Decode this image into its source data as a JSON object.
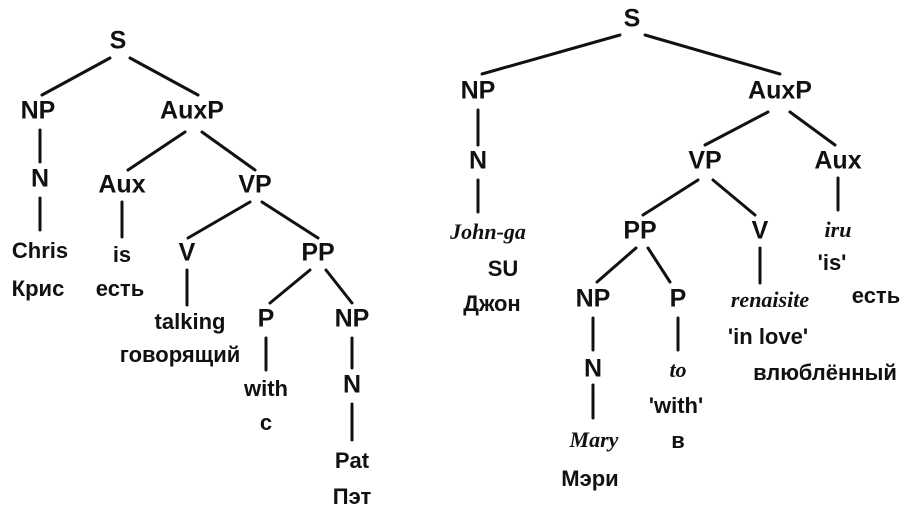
{
  "left_tree": {
    "S": "S",
    "NP": "NP",
    "AuxP": "AuxP",
    "N": "N",
    "Aux": "Aux",
    "VP": "VP",
    "V": "V",
    "PP": "PP",
    "P": "P",
    "NP2": "NP",
    "N2": "N",
    "chris": "Chris",
    "chris_ru": "Крис",
    "is": "is",
    "is_ru": "есть",
    "talking": "talking",
    "talking_ru": "говорящий",
    "with": "with",
    "with_ru": "с",
    "pat": "Pat",
    "pat_ru": "Пэт"
  },
  "right_tree": {
    "S": "S",
    "NP": "NP",
    "AuxP": "AuxP",
    "N": "N",
    "VP": "VP",
    "Aux": "Aux",
    "PP": "PP",
    "V": "V",
    "NP2": "NP",
    "P": "P",
    "N2": "N",
    "john": "John-ga",
    "john_su": "SU",
    "john_ru": "Джон",
    "iru": "iru",
    "iru_gloss": "'is'",
    "iru_ru": "есть",
    "renaisite": "renaisite",
    "renaisite_gloss": "'in love'",
    "renaisite_ru": "влюблённый",
    "to": "to",
    "to_gloss": "'with'",
    "to_ru": "в",
    "mary": "Mary",
    "mary_ru": "Мэри"
  }
}
